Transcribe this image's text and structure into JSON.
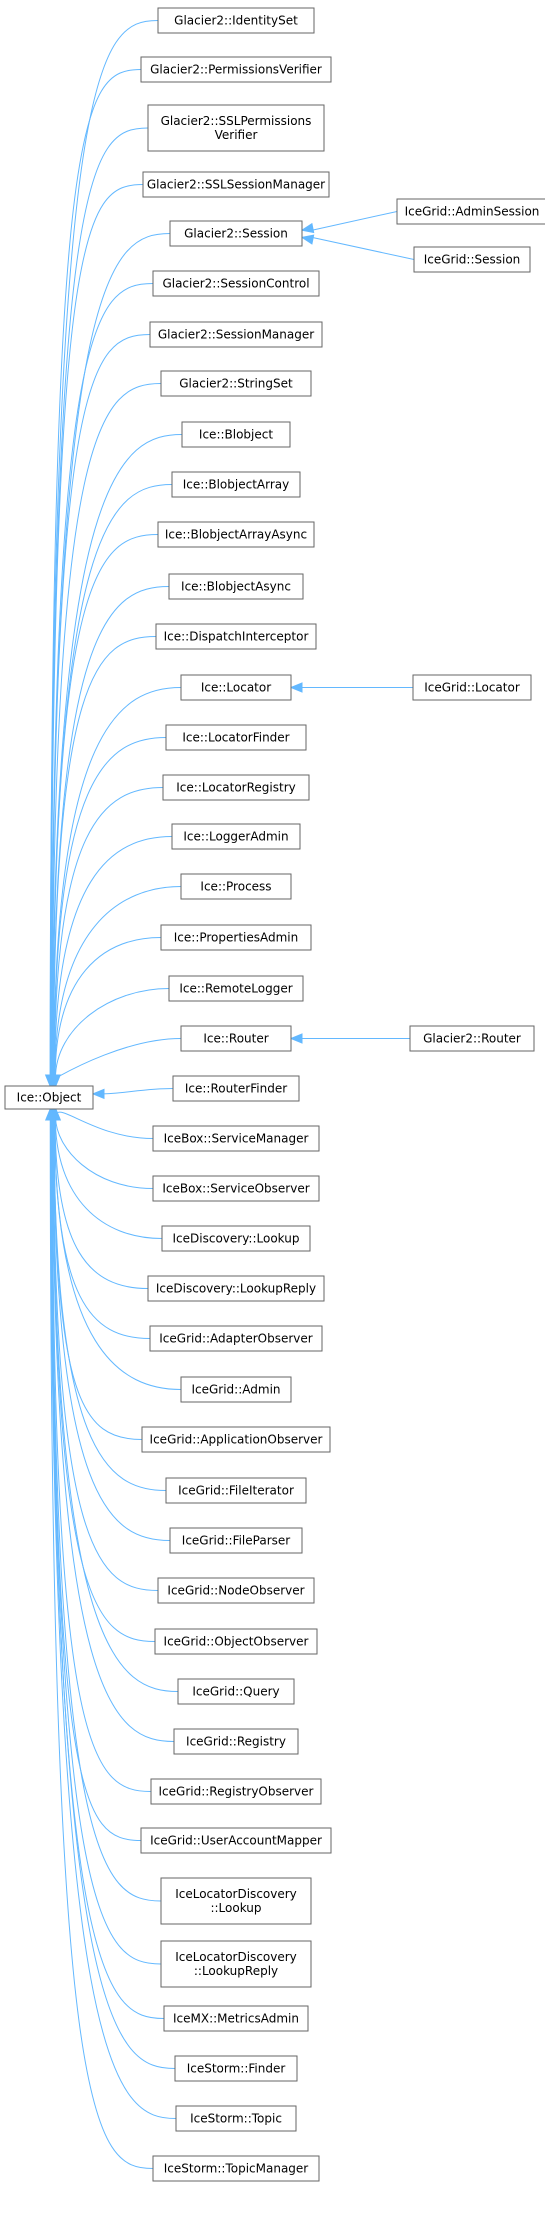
{
  "diagram": {
    "root": "Ice::Object",
    "edge_color": "#63b8ff",
    "box_border_color": "#666666",
    "classes": [
      {
        "id": "n1",
        "lines": [
          "Glacier2::IdentitySet"
        ]
      },
      {
        "id": "n2",
        "lines": [
          "Glacier2::PermissionsVerifier"
        ]
      },
      {
        "id": "n3",
        "lines": [
          "Glacier2::SSLPermissions",
          "Verifier"
        ]
      },
      {
        "id": "n4",
        "lines": [
          "Glacier2::SSLSessionManager"
        ]
      },
      {
        "id": "n5",
        "lines": [
          "Glacier2::Session"
        ]
      },
      {
        "id": "n6",
        "lines": [
          "Glacier2::SessionControl"
        ]
      },
      {
        "id": "n7",
        "lines": [
          "Glacier2::SessionManager"
        ]
      },
      {
        "id": "n8",
        "lines": [
          "Glacier2::StringSet"
        ]
      },
      {
        "id": "n9",
        "lines": [
          "Ice::Blobject"
        ]
      },
      {
        "id": "n10",
        "lines": [
          "Ice::BlobjectArray"
        ]
      },
      {
        "id": "n11",
        "lines": [
          "Ice::BlobjectArrayAsync"
        ]
      },
      {
        "id": "n12",
        "lines": [
          "Ice::BlobjectAsync"
        ]
      },
      {
        "id": "n13",
        "lines": [
          "Ice::DispatchInterceptor"
        ]
      },
      {
        "id": "n14",
        "lines": [
          "Ice::Locator"
        ]
      },
      {
        "id": "n15",
        "lines": [
          "Ice::LocatorFinder"
        ]
      },
      {
        "id": "n16",
        "lines": [
          "Ice::LocatorRegistry"
        ]
      },
      {
        "id": "n17",
        "lines": [
          "Ice::LoggerAdmin"
        ]
      },
      {
        "id": "n18",
        "lines": [
          "Ice::Process"
        ]
      },
      {
        "id": "n19",
        "lines": [
          "Ice::PropertiesAdmin"
        ]
      },
      {
        "id": "n20",
        "lines": [
          "Ice::RemoteLogger"
        ]
      },
      {
        "id": "n21",
        "lines": [
          "Ice::Router"
        ]
      },
      {
        "id": "n22",
        "lines": [
          "Ice::RouterFinder"
        ]
      },
      {
        "id": "n23",
        "lines": [
          "IceBox::ServiceManager"
        ]
      },
      {
        "id": "n24",
        "lines": [
          "IceBox::ServiceObserver"
        ]
      },
      {
        "id": "n25",
        "lines": [
          "IceDiscovery::Lookup"
        ]
      },
      {
        "id": "n26",
        "lines": [
          "IceDiscovery::LookupReply"
        ]
      },
      {
        "id": "n27",
        "lines": [
          "IceGrid::AdapterObserver"
        ]
      },
      {
        "id": "n28",
        "lines": [
          "IceGrid::Admin"
        ]
      },
      {
        "id": "n29",
        "lines": [
          "IceGrid::ApplicationObserver"
        ]
      },
      {
        "id": "n30",
        "lines": [
          "IceGrid::FileIterator"
        ]
      },
      {
        "id": "n31",
        "lines": [
          "IceGrid::FileParser"
        ]
      },
      {
        "id": "n32",
        "lines": [
          "IceGrid::NodeObserver"
        ]
      },
      {
        "id": "n33",
        "lines": [
          "IceGrid::ObjectObserver"
        ]
      },
      {
        "id": "n34",
        "lines": [
          "IceGrid::Query"
        ]
      },
      {
        "id": "n35",
        "lines": [
          "IceGrid::Registry"
        ]
      },
      {
        "id": "n36",
        "lines": [
          "IceGrid::RegistryObserver"
        ]
      },
      {
        "id": "n37",
        "lines": [
          "IceGrid::UserAccountMapper"
        ]
      },
      {
        "id": "n38",
        "lines": [
          "IceLocatorDiscovery",
          "::Lookup"
        ]
      },
      {
        "id": "n39",
        "lines": [
          "IceLocatorDiscovery",
          "::LookupReply"
        ]
      },
      {
        "id": "n40",
        "lines": [
          "IceMX::MetricsAdmin"
        ]
      },
      {
        "id": "n41",
        "lines": [
          "IceStorm::Finder"
        ]
      },
      {
        "id": "n42",
        "lines": [
          "IceStorm::Topic"
        ]
      },
      {
        "id": "n43",
        "lines": [
          "IceStorm::TopicManager"
        ]
      },
      {
        "id": "g1",
        "lines": [
          "IceGrid::AdminSession"
        ],
        "parent": "n5"
      },
      {
        "id": "g2",
        "lines": [
          "IceGrid::Session"
        ],
        "parent": "n5"
      },
      {
        "id": "g3",
        "lines": [
          "IceGrid::Locator"
        ],
        "parent": "n14"
      },
      {
        "id": "g4",
        "lines": [
          "Glacier2::Router"
        ],
        "parent": "n21"
      }
    ]
  }
}
